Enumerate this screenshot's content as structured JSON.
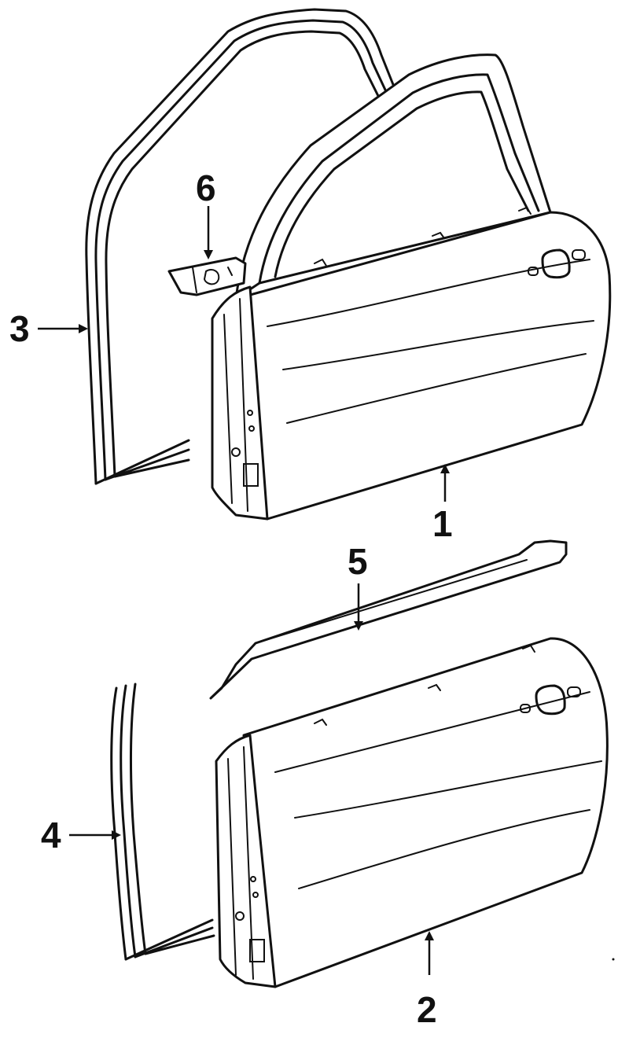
{
  "callouts": {
    "part1": "1",
    "part2": "2",
    "part3": "3",
    "part4": "4",
    "part5": "5",
    "part6": "6"
  },
  "colors": {
    "ink": "#111111",
    "paper": "#ffffff"
  }
}
